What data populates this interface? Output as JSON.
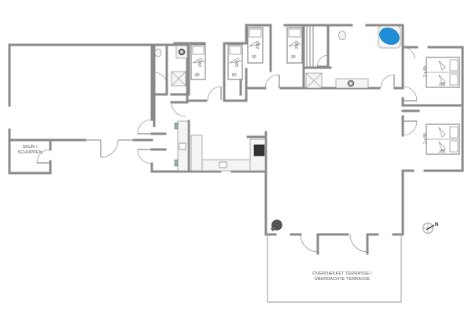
{
  "plan": {
    "type": "floor plan",
    "rooms": {
      "shed": {
        "label_line1": "SKUR /",
        "label_line2": "SCHUPPEN"
      },
      "terrace": {
        "label_line1": "OVERDÆKKET TERRASSE /",
        "label_line2": "ÜBERDACHTE TERRASSE"
      }
    },
    "beds": [
      {
        "id": "bed-1",
        "width": "80",
        "length": "200"
      },
      {
        "id": "bed-2",
        "width": "80",
        "length": "200"
      },
      {
        "id": "bed-3",
        "width": "90",
        "length": "200"
      },
      {
        "id": "bed-4",
        "width": "90",
        "length": "200"
      },
      {
        "id": "bed-5",
        "width": "2 x 80",
        "length": "200"
      },
      {
        "id": "bed-6",
        "width": "2 x 80",
        "length": "200"
      }
    ],
    "compass": {
      "label": "N",
      "icon": "compass-icon"
    },
    "colors": {
      "wall": "#8a8a8a",
      "hot_tub": "#1e8fd6",
      "stove": "#333333",
      "background": "#ffffff"
    }
  }
}
